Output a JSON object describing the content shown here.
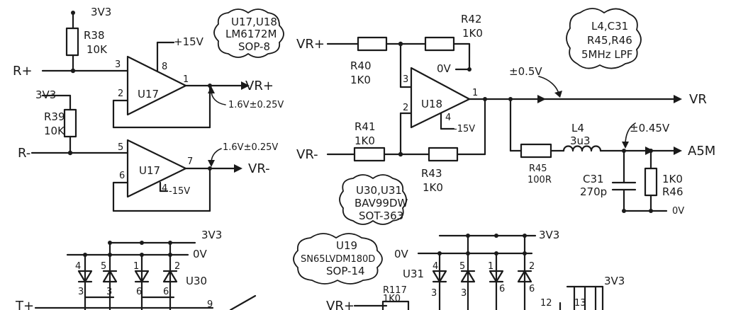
{
  "u17_u18_note": {
    "line1": "U17,U18",
    "line2": "LM6172M",
    "line3": "SOP-8"
  },
  "filter_note": {
    "line1": "L4,C31",
    "line2": "R45,R46",
    "line3": "5MHz LPF"
  },
  "diode_note": {
    "line1": "U30,U31",
    "line2": "BAV99DW",
    "line3": "SOT-363"
  },
  "u19_note": {
    "line1": "U19",
    "line2": "SN65LVDM180D",
    "line3": "SOP-14"
  },
  "nets": {
    "rplus": "R+",
    "rminus": "R-",
    "v3v3": "3V3",
    "p15v": "+15V",
    "m15v": "-15V",
    "gnd": "0V",
    "vrplus": "VR+",
    "vrminus": "VR-",
    "vr": "VR",
    "a5m": "A5M",
    "tplus": "T+"
  },
  "parts": {
    "r38": "R38",
    "r38_val": "10K",
    "r39": "R39",
    "r39_val": "10K",
    "r40": "R40",
    "r40_val": "1K0",
    "r41": "R41",
    "r41_val": "1K0",
    "r42": "R42",
    "r42_val": "1K0",
    "r43": "R43",
    "r43_val": "1K0",
    "r45": "R45",
    "r45_val": "100R",
    "r46": "R46",
    "r46_val": "1K0",
    "r117": "R117",
    "r117_val": "1K0",
    "l4": "L4",
    "l4_val": "3u3",
    "c31": "C31",
    "c31_val": "270p",
    "u17": "U17",
    "u18": "U18",
    "u30": "U30",
    "u31": "U31"
  },
  "pins": {
    "p1": "1",
    "p2": "2",
    "p3": "3",
    "p4": "4",
    "p5": "5",
    "p6": "6",
    "p7": "7",
    "p8": "8",
    "p9": "9",
    "p12": "12",
    "p13": "13"
  },
  "annotations": {
    "vrplus_level": "1.6V±0.25V",
    "vrminus_level": "1.6V±0.25V",
    "vr_swing": "±0.5V",
    "a5m_swing": "±0.45V"
  }
}
